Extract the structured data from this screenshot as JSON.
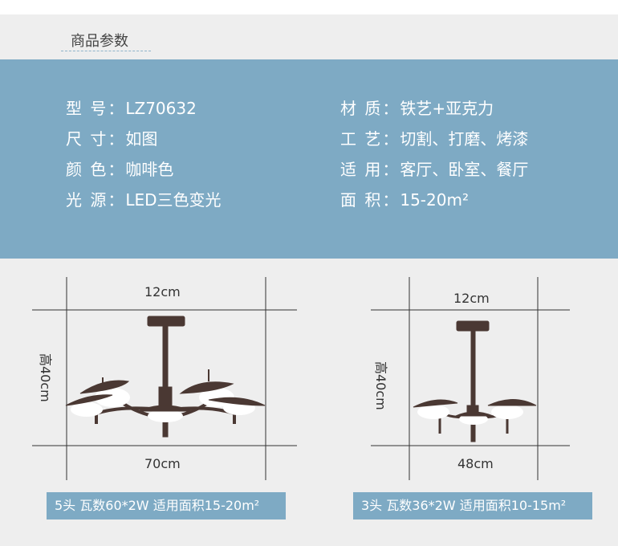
{
  "section_title": "商品参数",
  "specs_left": [
    {
      "key": "型 号：",
      "value": "LZ70632"
    },
    {
      "key": "尺 寸：",
      "value": "如图"
    },
    {
      "key": "颜 色：",
      "value": "咖啡色"
    },
    {
      "key": "光 源：",
      "value": "LED三色变光"
    }
  ],
  "specs_right": [
    {
      "key": "材 质：",
      "value": "铁艺+亚克力"
    },
    {
      "key": "工 艺：",
      "value": "切割、打磨、烤漆"
    },
    {
      "key": "适 用：",
      "value": "客厅、卧室、餐厅"
    },
    {
      "key": "面 积：",
      "value": "15-20m²"
    }
  ],
  "lamp5": {
    "top_width": "12cm",
    "height": "高40cm",
    "width": "70cm",
    "caption": "5头 瓦数60*2W 适用面积15-20m²"
  },
  "lamp3": {
    "top_width": "12cm",
    "height": "高40cm",
    "width": "48cm",
    "caption": "3头 瓦数36*2W 适用面积10-15m²"
  },
  "colors": {
    "band": "#7eaac4",
    "lamp": "#4a3833"
  }
}
